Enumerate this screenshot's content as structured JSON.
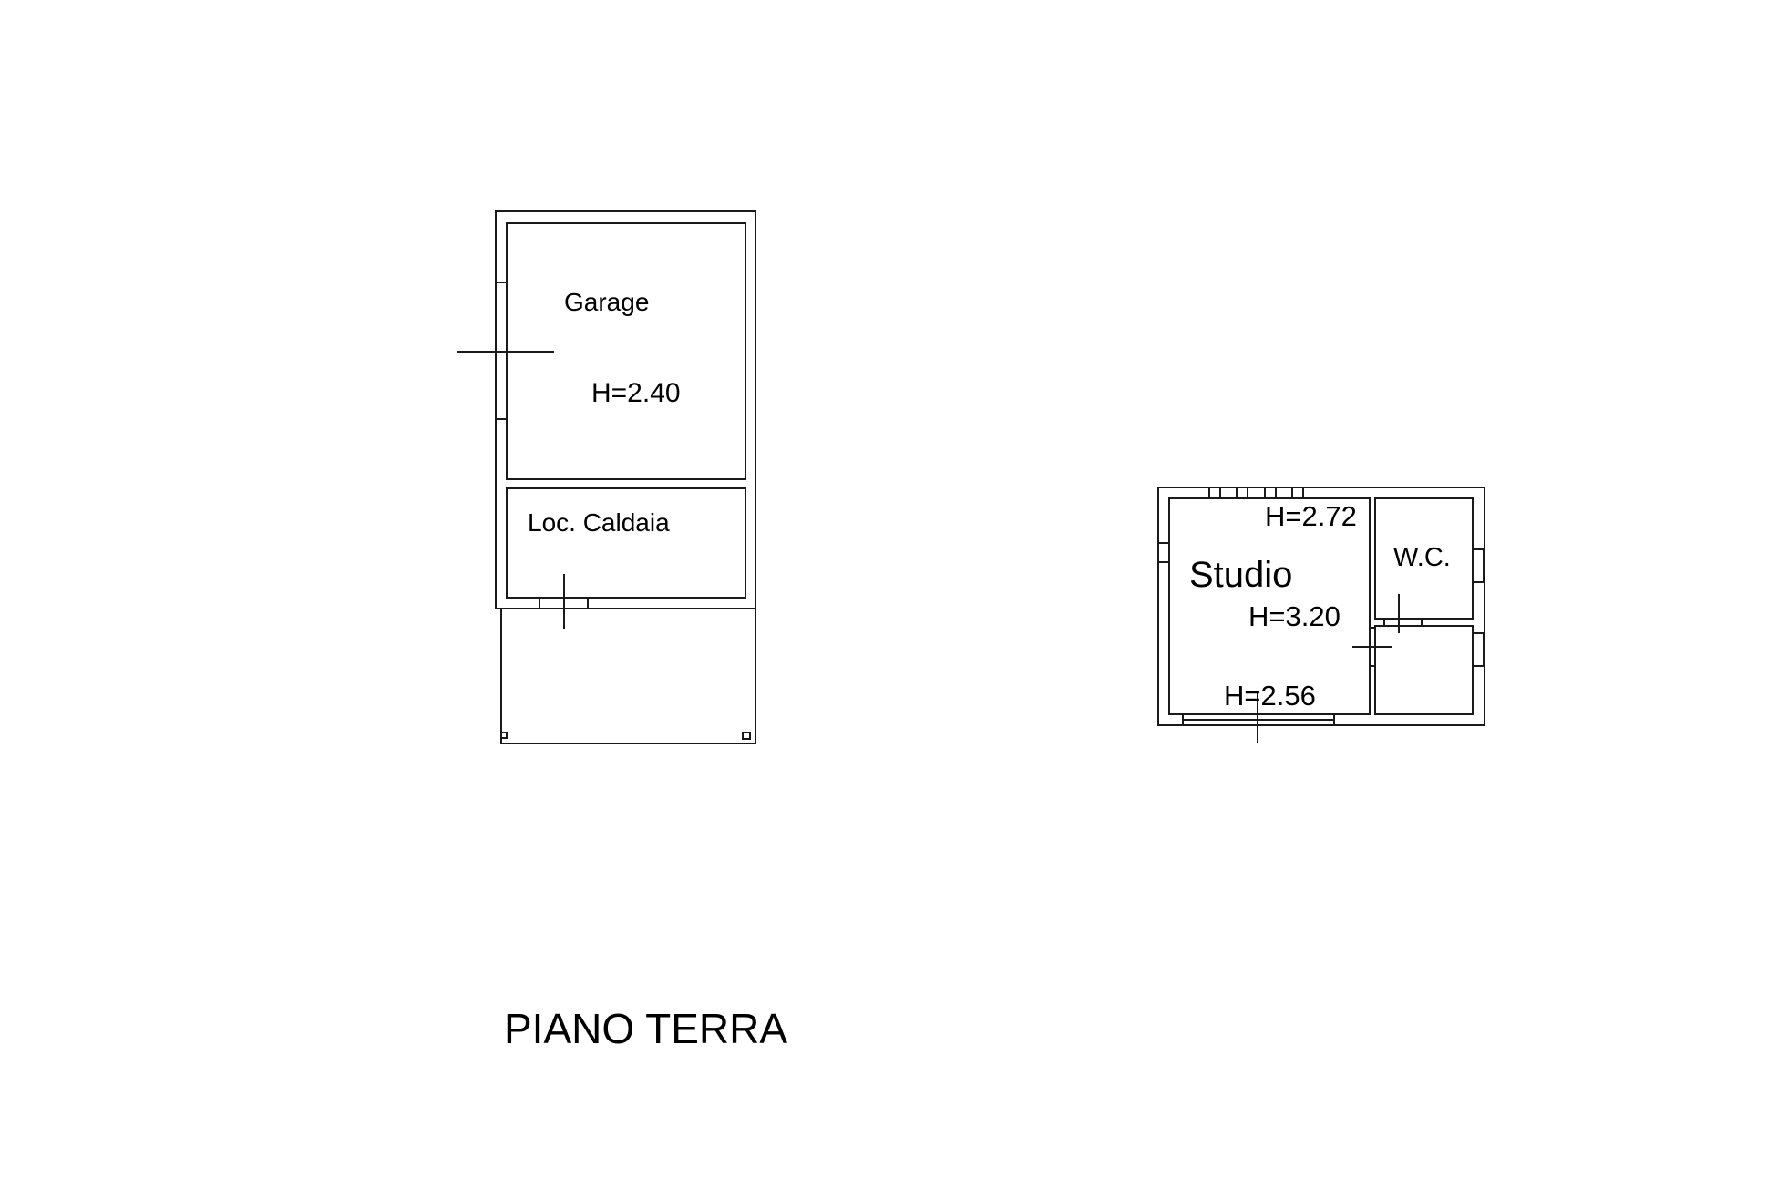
{
  "drawing": {
    "title": "PIANO TERRA",
    "building_left": {
      "rooms": [
        {
          "name": "Garage",
          "height_label": "H=2.40"
        },
        {
          "name": "Loc. Caldaia"
        }
      ]
    },
    "building_right": {
      "rooms": [
        {
          "name": "Studio",
          "height_labels": [
            "H=2.72",
            "H=3.20",
            "H=2.56"
          ]
        },
        {
          "name": "W.C."
        }
      ]
    }
  }
}
